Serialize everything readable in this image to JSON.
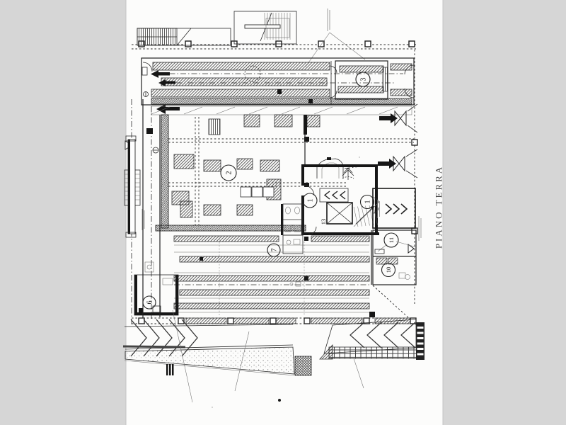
{
  "scan": {
    "plan_title": "PIANO TERRA",
    "room_numbers": {
      "r1a": "1",
      "r1b": "1",
      "r2": "2",
      "r3": "3",
      "r6": "6",
      "r7": "7",
      "r10": "10",
      "r11": "11",
      "r13": "13"
    },
    "colors": {
      "page_margin": "#d6d6d6",
      "paper": "#fcfcfb",
      "ink": "#2b2b2b"
    }
  }
}
